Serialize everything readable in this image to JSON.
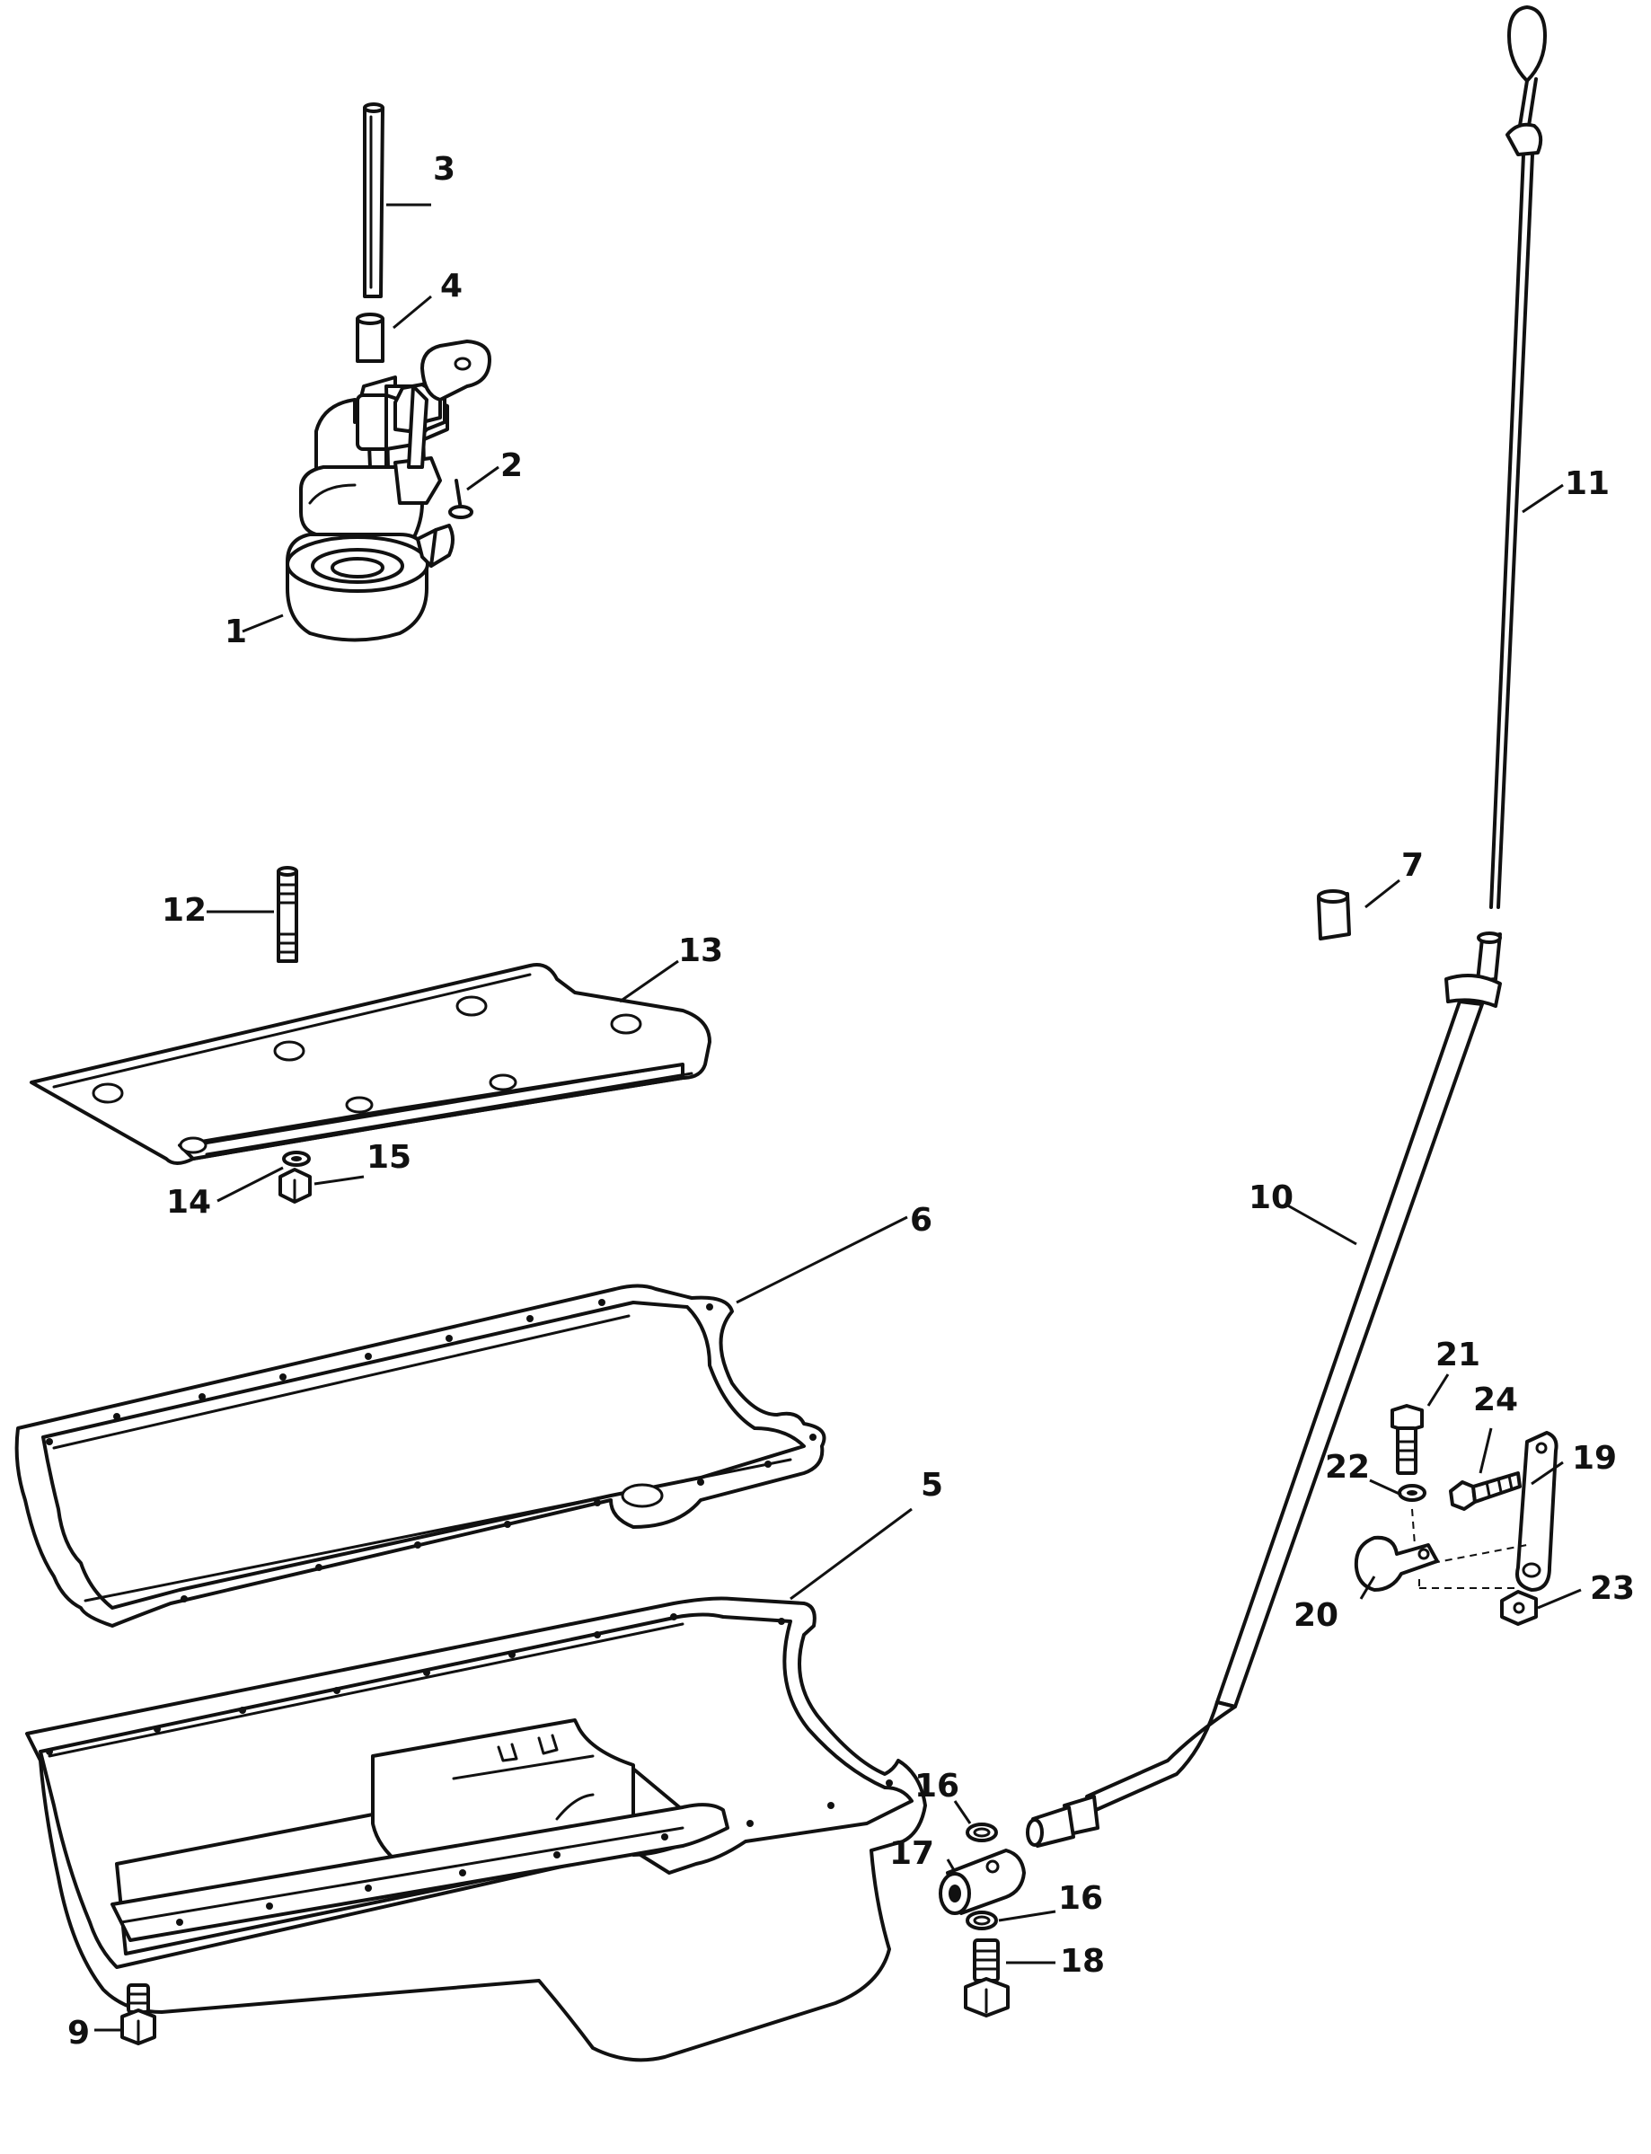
{
  "callouts": {
    "c1": "1",
    "c2": "2",
    "c3": "3",
    "c4": "4",
    "c5": "5",
    "c6": "6",
    "c7": "7",
    "c9": "9",
    "c10": "10",
    "c11": "11",
    "c12": "12",
    "c13": "13",
    "c14": "14",
    "c15": "15",
    "c16a": "16",
    "c16b": "16",
    "c17": "17",
    "c18": "18",
    "c19": "19",
    "c20": "20",
    "c21": "21",
    "c22": "22",
    "c23": "23",
    "c24": "24"
  },
  "colors": {
    "ink": "#111111",
    "paper": "#ffffff"
  }
}
